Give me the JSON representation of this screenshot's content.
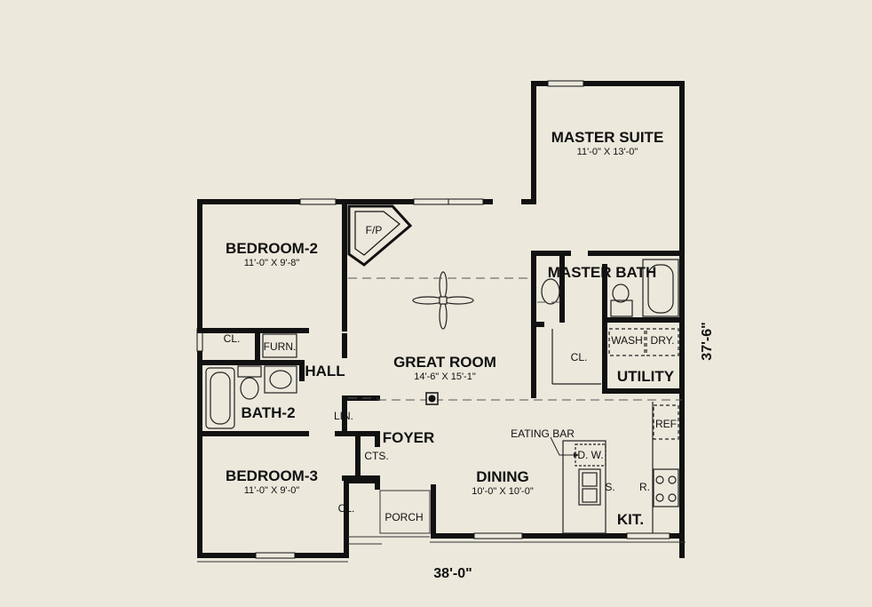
{
  "rooms": {
    "master_suite": {
      "name": "MASTER SUITE",
      "dims": "11'-0\" X 13'-0\""
    },
    "bedroom2": {
      "name": "BEDROOM-2",
      "dims": "11'-0\" X 9'-8\""
    },
    "bedroom3": {
      "name": "BEDROOM-3",
      "dims": "11'-0\" X 9'-0\""
    },
    "great_room": {
      "name": "GREAT ROOM",
      "dims": "14'-6\" X 15'-1\""
    },
    "dining": {
      "name": "DINING",
      "dims": "10'-0\" X 10'-0\""
    },
    "master_bath": {
      "name": "MASTER BATH"
    },
    "bath2": {
      "name": "BATH-2"
    },
    "hall": {
      "name": "HALL"
    },
    "foyer": {
      "name": "FOYER"
    },
    "utility": {
      "name": "UTILITY"
    },
    "kit": {
      "name": "KIT."
    },
    "porch": {
      "name": "PORCH"
    }
  },
  "labels": {
    "fp": "F/P",
    "cl_bed2": "CL.",
    "furn": "FURN.",
    "lin": "LIN.",
    "cts": "CTS.",
    "cl_bed3": "CL.",
    "cl_master": "CL.",
    "wash": "WASH",
    "dry": "DRY.",
    "ref": "REF",
    "eating_bar": "EATING BAR",
    "dw": "D. W.",
    "sink": "S.",
    "range": "R."
  },
  "dimensions": {
    "width": "38'-0\"",
    "depth": "37'-6\""
  }
}
